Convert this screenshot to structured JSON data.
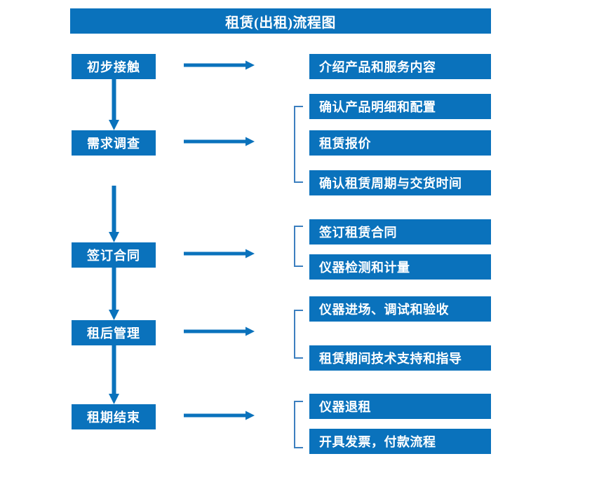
{
  "diagram": {
    "title": "租赁(出租)流程图",
    "accent_color": "#0A72BC",
    "brace_color": "#3C7FBF",
    "text_color": "#FFFFFF",
    "background_color": "#FFFFFF",
    "stages": [
      {
        "id": "stage-1",
        "label": "初步接触",
        "details": [
          "介绍产品和服务内容"
        ],
        "has_brace": false
      },
      {
        "id": "stage-2",
        "label": "需求调查",
        "details": [
          "确认产品明细和配置",
          "租赁报价",
          "确认租赁周期与交货时间"
        ],
        "has_brace": true
      },
      {
        "id": "stage-3",
        "label": "签订合同",
        "details": [
          "签订租赁合同",
          "仪器检测和计量"
        ],
        "has_brace": true
      },
      {
        "id": "stage-4",
        "label": "租后管理",
        "details": [
          "仪器进场、调试和验收",
          "租赁期间技术支持和指导"
        ],
        "has_brace": true
      },
      {
        "id": "stage-5",
        "label": "租期结束",
        "details": [
          "仪器退租",
          "开具发票，付款流程"
        ],
        "has_brace": true
      }
    ],
    "icons": {
      "flow_arrow_right": "right-arrow-icon",
      "flow_arrow_down": "down-arrow-icon",
      "group_brace": "group-brace-icon"
    }
  }
}
